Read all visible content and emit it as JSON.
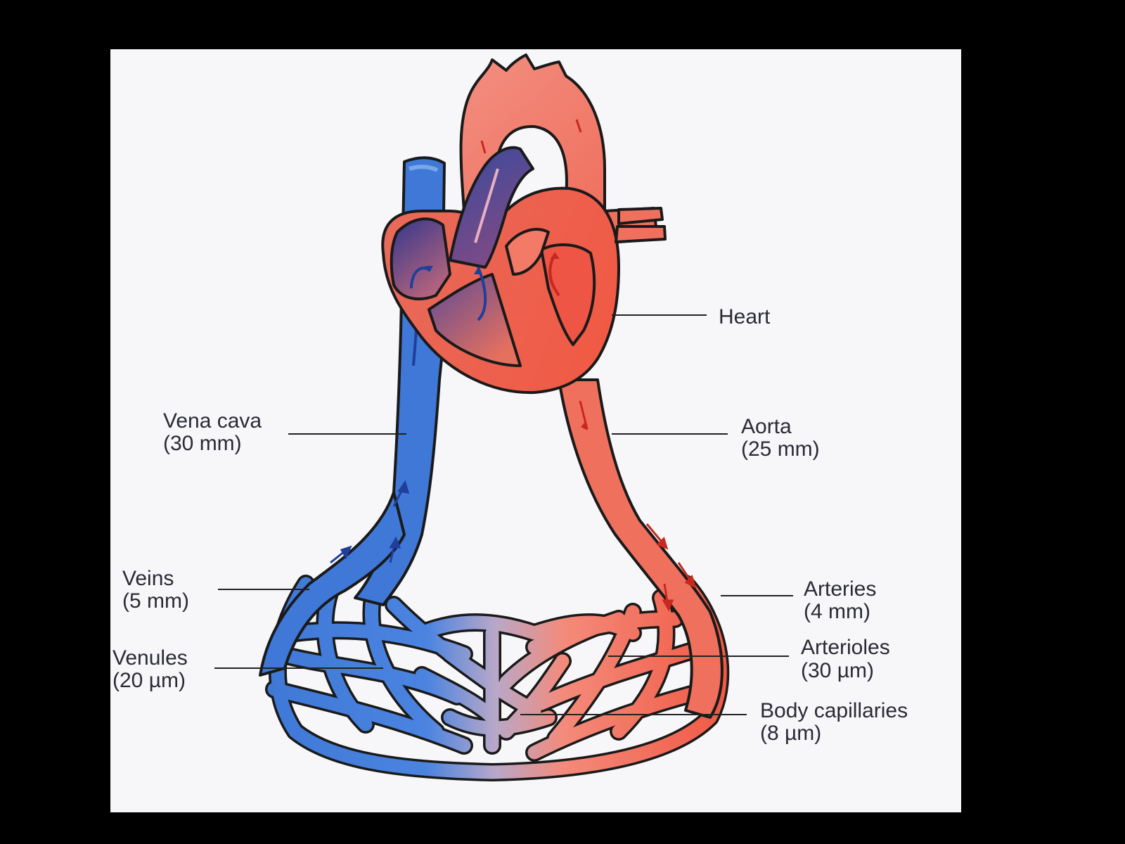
{
  "labels": {
    "heart": {
      "name": "Heart",
      "size": ""
    },
    "vena_cava": {
      "name": "Vena cava",
      "size": "(30 mm)"
    },
    "aorta": {
      "name": "Aorta",
      "size": "(25 mm)"
    },
    "veins": {
      "name": "Veins",
      "size": "(5 mm)"
    },
    "arteries": {
      "name": "Arteries",
      "size": "(4 mm)"
    },
    "venules": {
      "name": "Venules",
      "size": "(20 µm)"
    },
    "arterioles": {
      "name": "Arterioles",
      "size": "(30 µm)"
    },
    "capillaries": {
      "name": "Body capillaries",
      "size": "(8 µm)"
    }
  },
  "colors": {
    "deoxygenated": "#3f78d6",
    "oxygenated": "#f05a45",
    "heart_dark": "#4a3c8c",
    "background": "#000000",
    "panel": "#f7f7fa"
  }
}
